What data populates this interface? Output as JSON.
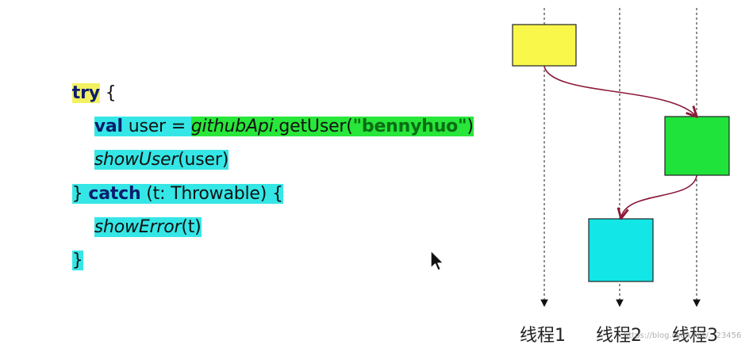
{
  "code": {
    "line1": {
      "kw": "try",
      "rest": " {"
    },
    "line2": {
      "kw": "val",
      "user": " user ",
      "eq": "= ",
      "api": "githubApi",
      "call": ".getUser(",
      "str": "\"bennyhuo\"",
      "close": ")"
    },
    "line3": {
      "fn": "showUser",
      "args": "(user)"
    },
    "line4": {
      "open": "} ",
      "kw": "catch",
      "args": " (t: Throwable) {"
    },
    "line5": {
      "fn": "showError",
      "args": "(t)"
    },
    "line6": {
      "close": "}"
    }
  },
  "diagram": {
    "threads": [
      "线程1",
      "线程2",
      "线程3"
    ],
    "blocks": [
      {
        "thread": 0,
        "color": "#f8f74a"
      },
      {
        "thread": 2,
        "color": "#1fe23a"
      },
      {
        "thread": 1,
        "color": "#12e6e6"
      }
    ],
    "arrow_color": "#8a1a3a"
  },
  "watermark": "https://blog.csdn.net/...23456"
}
